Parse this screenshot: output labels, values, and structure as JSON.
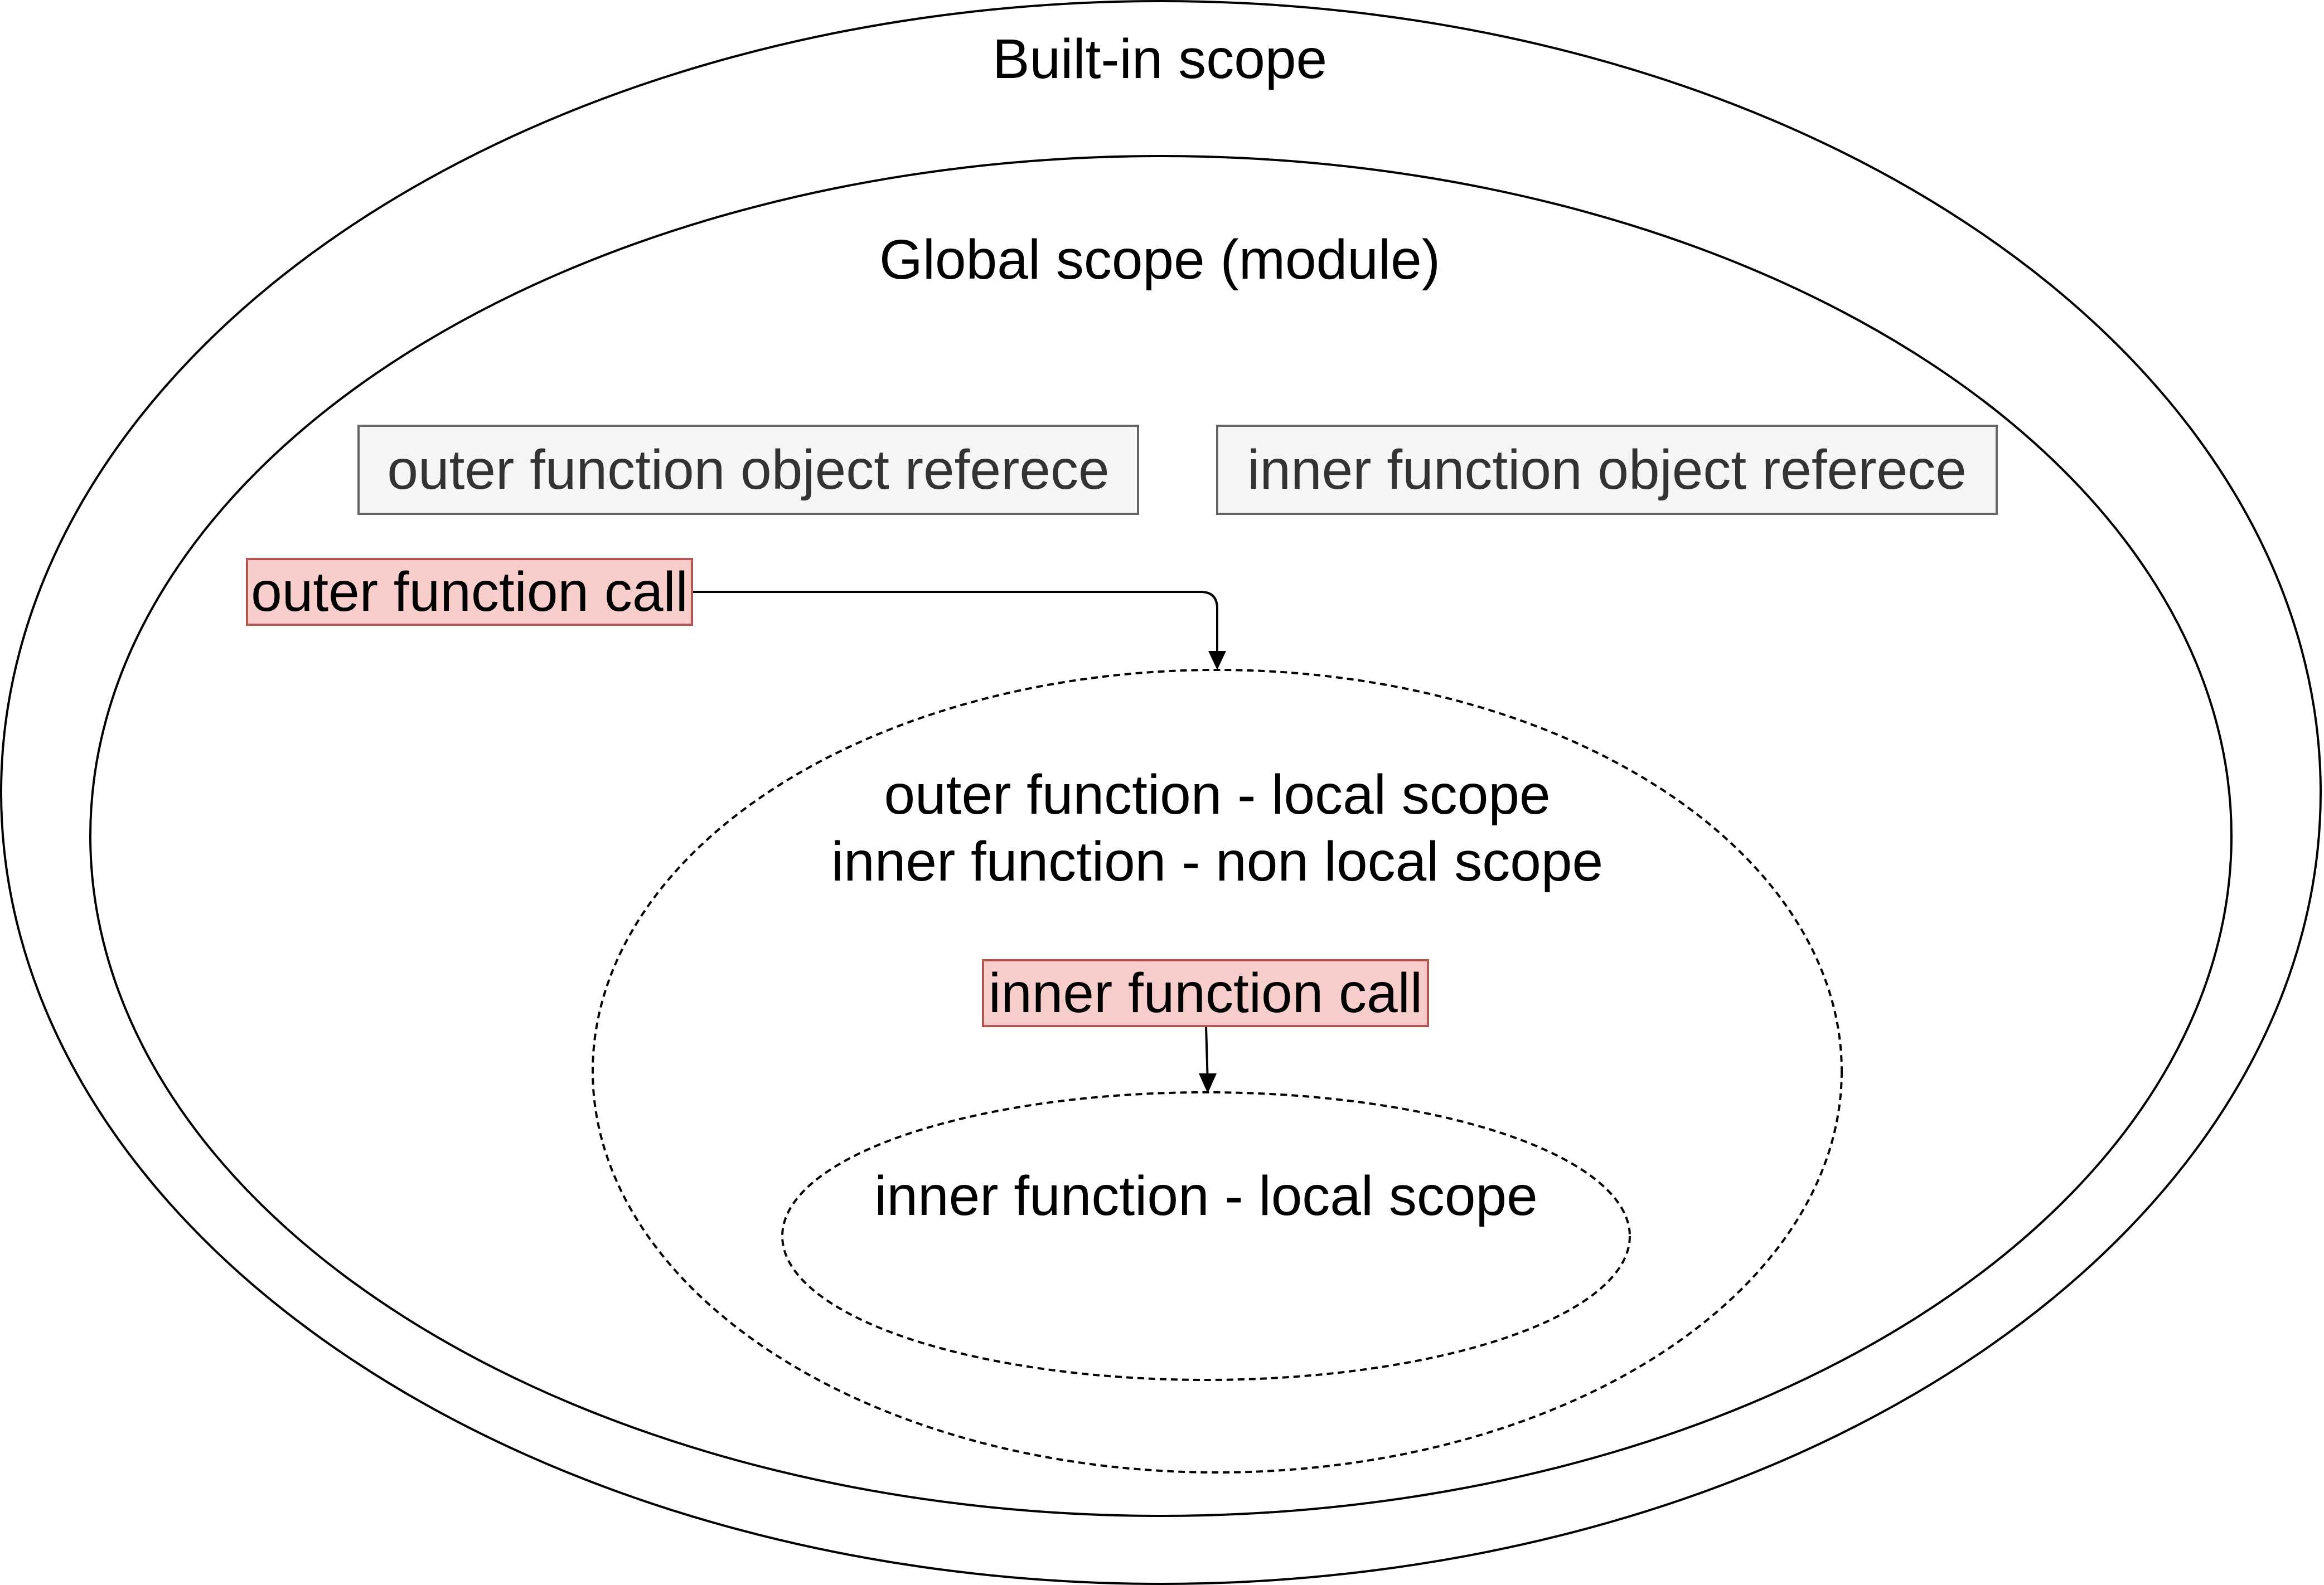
{
  "diagram": {
    "builtin_scope": "Built-in scope",
    "global_scope": "Global scope (module)",
    "outer_ref": "outer function object referece",
    "inner_ref": "inner function object referece",
    "outer_call": "outer function call",
    "outer_local_line1": "outer function - local scope",
    "outer_local_line2": "inner function - non local scope",
    "inner_call": "inner function call",
    "inner_local": "inner function - local scope"
  },
  "colors": {
    "ref_fill": "#f5f5f5",
    "ref_stroke": "#666666",
    "call_fill": "#f8cecc",
    "call_stroke": "#b85450",
    "line": "#000000"
  }
}
